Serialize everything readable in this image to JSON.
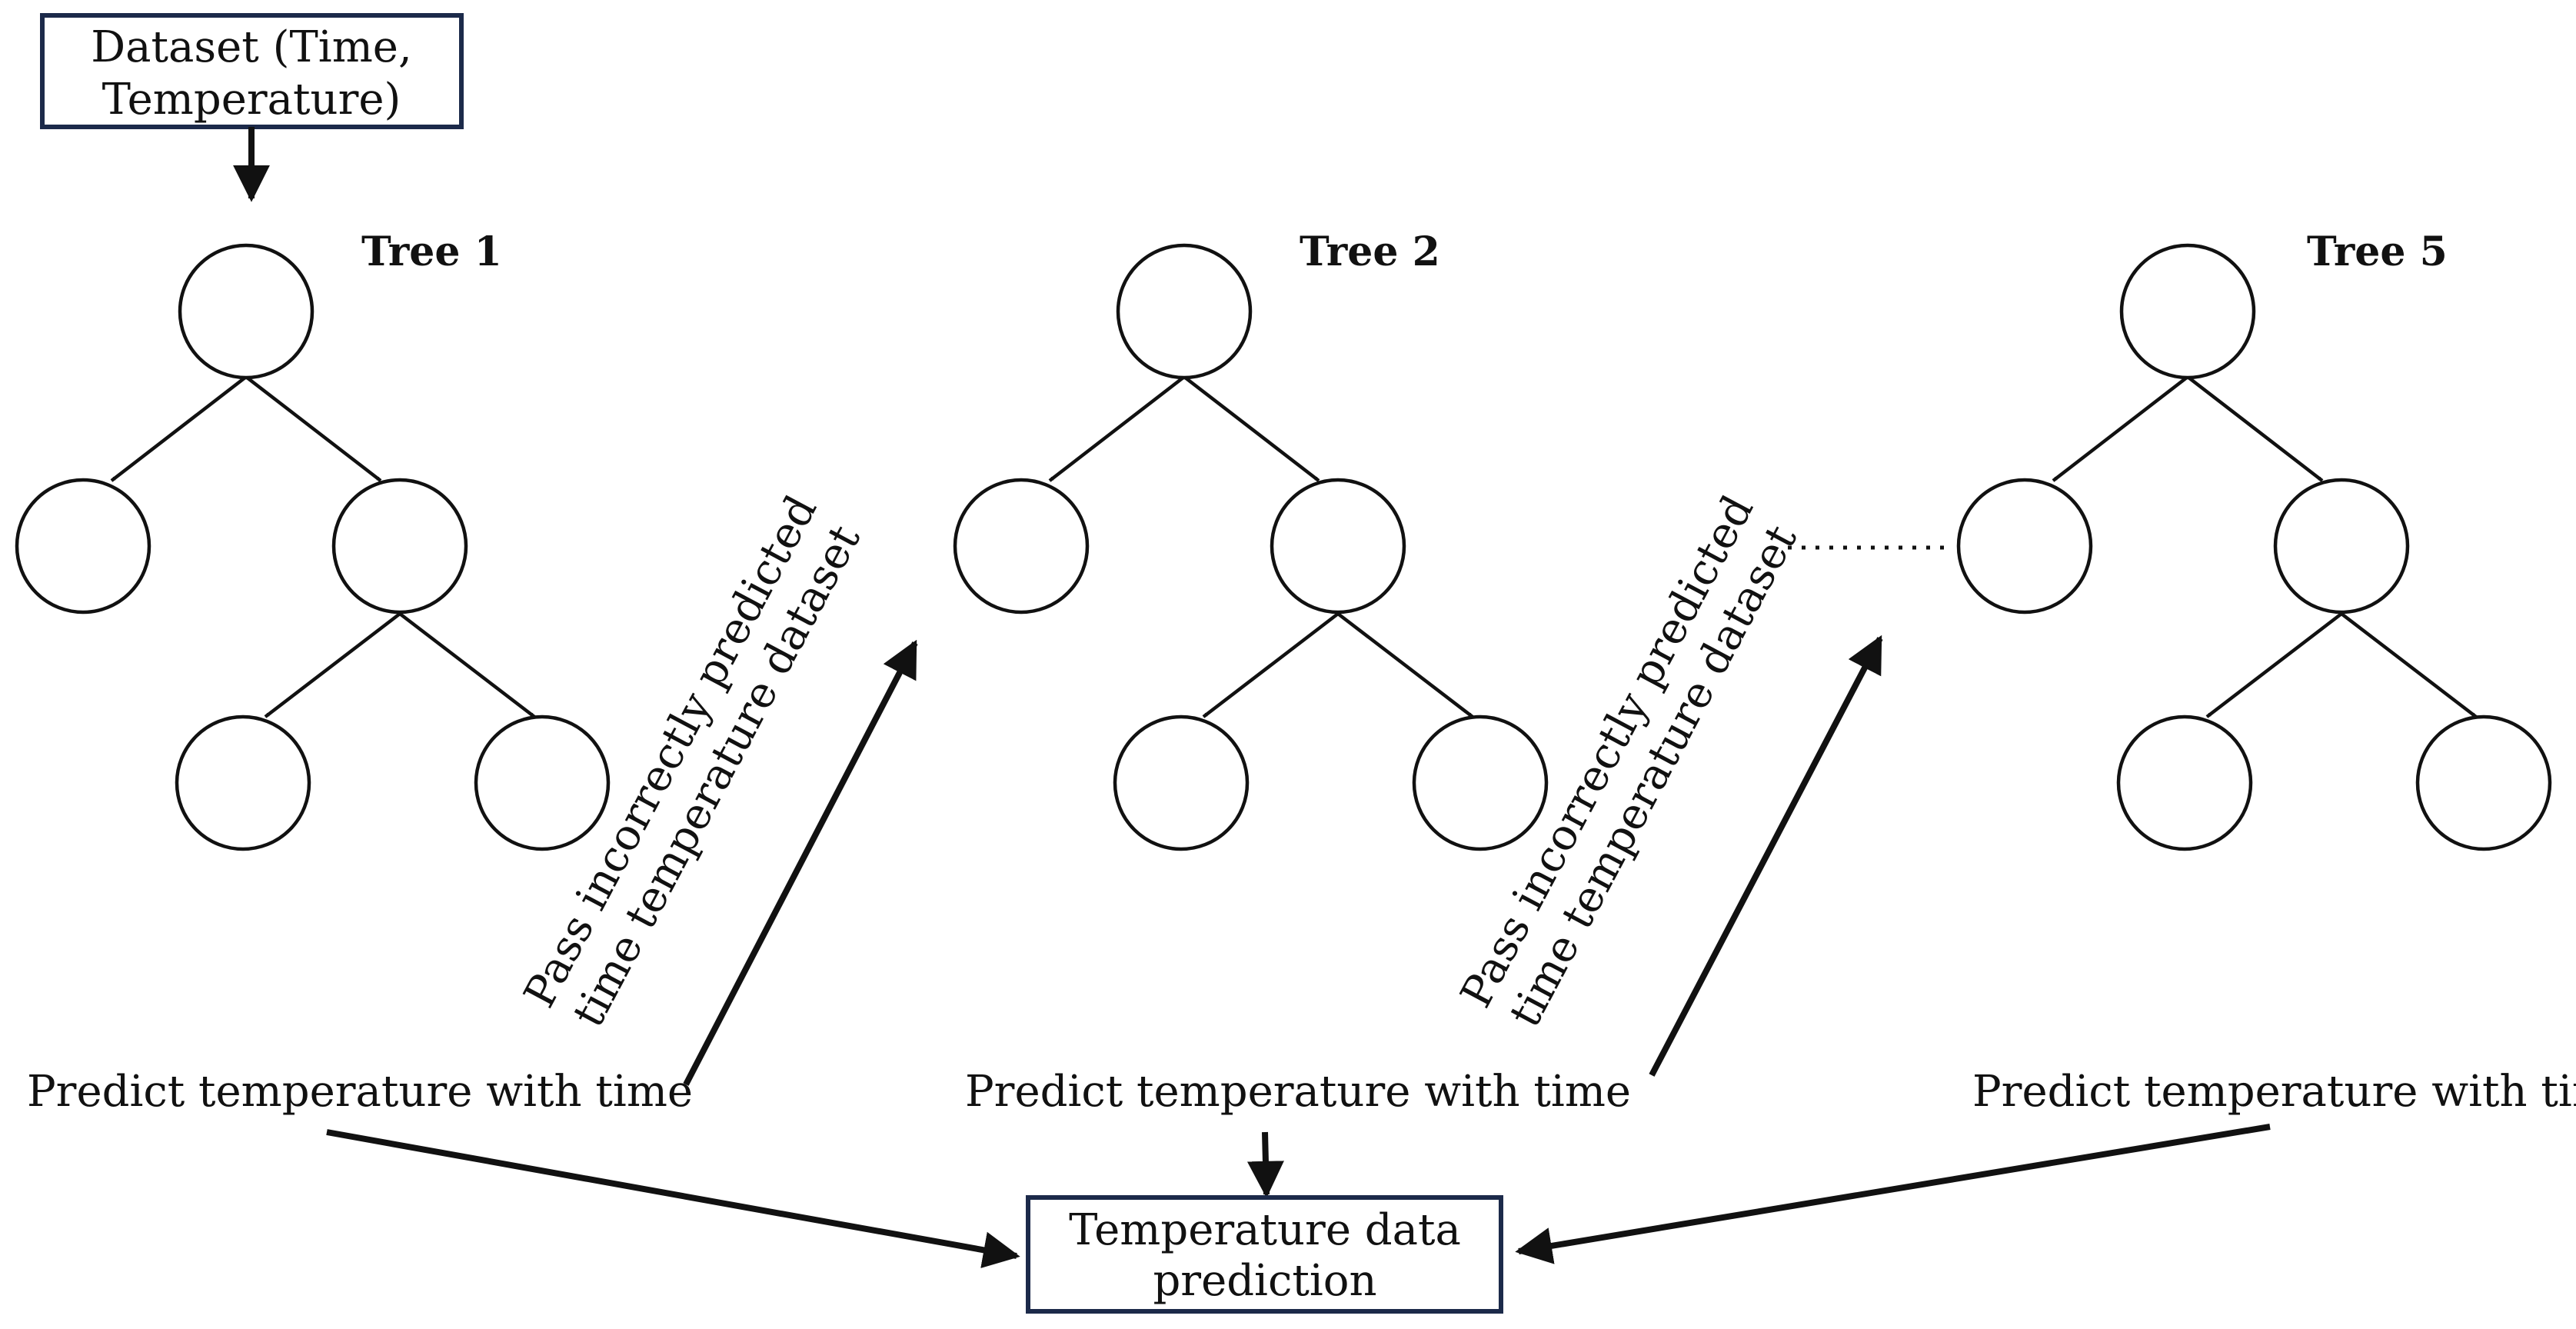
{
  "dataset_box": {
    "line1": "Dataset (Time,",
    "line2": "Temperature)"
  },
  "trees": [
    {
      "title": "Tree 1",
      "caption": "Predict temperature with time"
    },
    {
      "title": "Tree 2",
      "caption": "Predict temperature with time"
    },
    {
      "title": "Tree 5",
      "caption": "Predict temperature with time"
    }
  ],
  "pass_labels": [
    {
      "line1": "Pass incorrectly predicted",
      "line2": "time temperature dataset"
    },
    {
      "line1": "Pass incorrectly predicted",
      "line2": "time temperature dataset"
    }
  ],
  "output_box": {
    "line1": "Temperature data",
    "line2": "prediction"
  },
  "colors": {
    "box_border": "#1c2a4a",
    "ink": "#111111"
  }
}
